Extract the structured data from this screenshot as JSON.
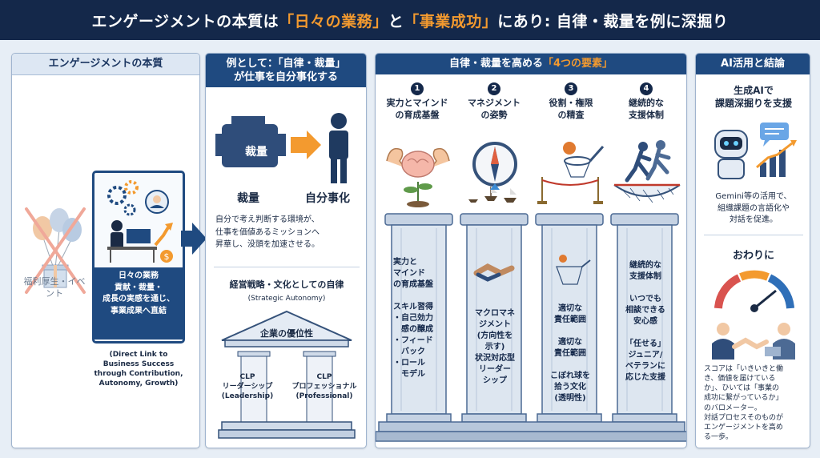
{
  "title": {
    "part1": "エンゲージメントの本質は",
    "part2": "「日々の業務」",
    "part3": "と",
    "part4": "「事業成功」",
    "part5": "にあり: 自律・裁量を例に深掘り"
  },
  "panel1": {
    "heading": "エンゲージメントの本質",
    "crossed_label": "福利厚生・イベント",
    "card_text": "日々の業務\n貢献・裁量・\n成長の実感を通じ、\n事業成果へ直結",
    "english": "(Direct Link to\nBusiness Success\nthrough Contribution,\nAutonomy, Growth)"
  },
  "panel2": {
    "heading_part1": "例として：「自律・裁量」",
    "heading_part2": "が仕事を自分事化する",
    "engine_text": "裁量",
    "label_left": "裁量",
    "label_right": "自分事化",
    "description": "自分で考え判断する環境が、\n仕事を価値あるミッションへ\n昇華し、没頭を加速させる。",
    "strategy_title": "経営戦略・文化としての自律",
    "strategy_en": "(Strategic Autonomy)",
    "temple_label": "企業の優位性",
    "col1": "CLP\nリーダーシップ\n(Leadership)",
    "col2": "CLP\nプロフェッショナル\n(Professional)"
  },
  "panel3": {
    "heading_part1": "自律・裁量を高める",
    "heading_part2": "「4つの要素」",
    "elements": [
      {
        "num": "1",
        "title": "実力とマインド\nの育成基盤",
        "pillar": "実力と\nマインド\nの育成基盤\n\nスキル習得\n・自己効力\n　感の醸成\n・フィード\n　バック\n・ロール\n　モデル"
      },
      {
        "num": "2",
        "title": "マネジメント\nの姿勢",
        "pillar": "マクロマネ\nジメント\n(方向性を\n示す)\n状況対応型\nリーダー\nシップ"
      },
      {
        "num": "3",
        "title": "役割・権限\nの精査",
        "pillar": "適切な\n責任範囲\n\n適切な\n責任範囲\n\nこぼれ球を\n拾う文化\n(透明性)"
      },
      {
        "num": "4",
        "title": "継続的な\n支援体制",
        "pillar": "継続的な\n支援体制\n\nいつでも\n相談できる\n安心感\n\n「任せる」\nジュニア/\nベテランに\n応じた支援"
      }
    ]
  },
  "panel4": {
    "heading": "AI活用と結論",
    "ai_title": "生成AIで\n課題深掘りを支援",
    "ai_desc": "Gemini等の活用で、\n組織課題の言語化や\n対話を促進。",
    "end_title": "おわりに",
    "end_desc": "スコアは「いきいきと働\nき、価値を届けている\nか」、ひいては「事業の\n成功に繋がっているか」\nのバロメーター。\n対話プロセスそのものが\nエンゲージメントを高め\nる一歩。"
  },
  "colors": {
    "navy": "#14284a",
    "accent_orange": "#f39a2f",
    "panel_head": "#1f4a80",
    "pillar": "#c5d2e3"
  }
}
